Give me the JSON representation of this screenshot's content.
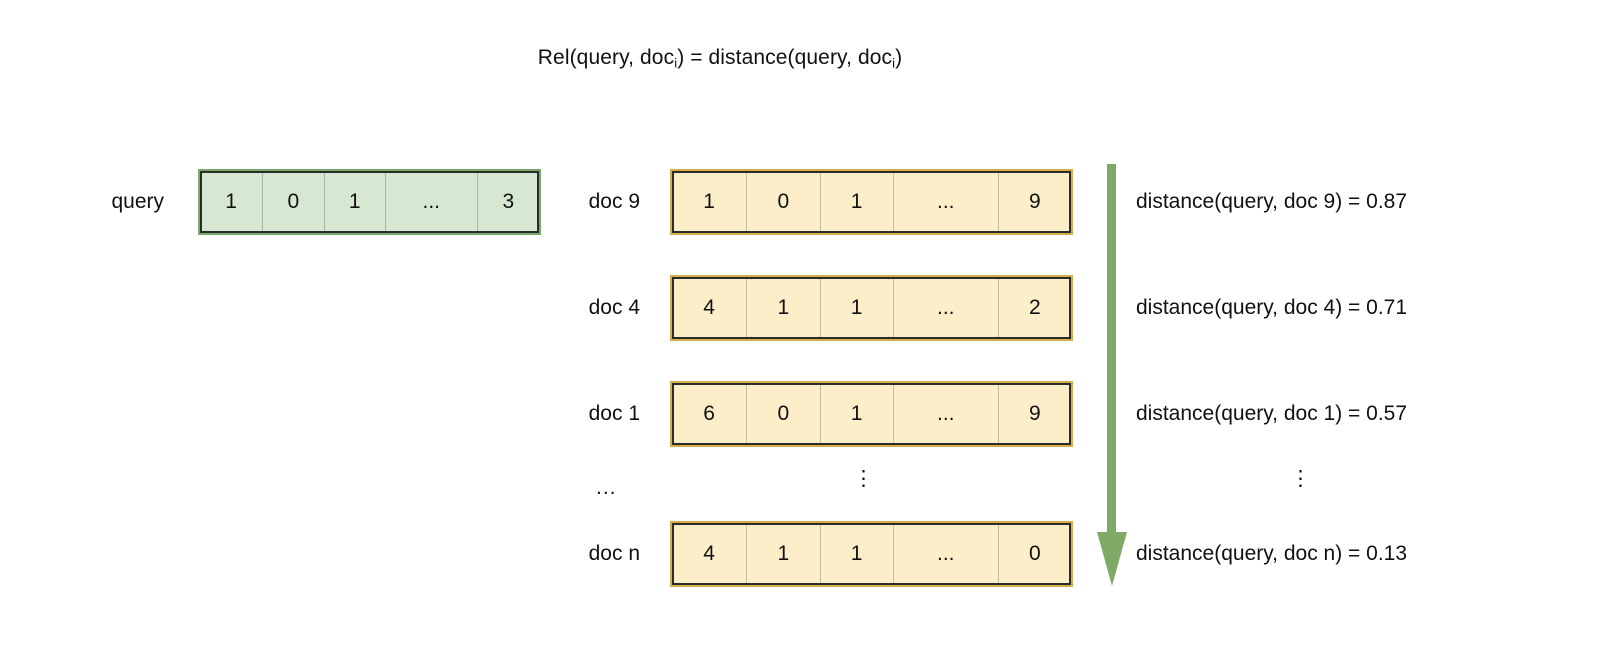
{
  "diagram": {
    "title": {
      "prefix": "Rel(query, doc",
      "sub1": "i",
      "middle": ") = distance(query, doc",
      "sub2": "i",
      "suffix": ")",
      "plain": "Rel(query, doci) = distance(query, doci)"
    },
    "query": {
      "label": "query",
      "cells": [
        "1",
        "0",
        "1",
        "...",
        "3"
      ],
      "fill_color": "#d6e8d2",
      "border_color": "#7aa86a"
    },
    "docs": [
      {
        "label": "doc 9",
        "cells": [
          "1",
          "0",
          "1",
          "...",
          "9"
        ],
        "distance_text": "distance(query, doc 9) = 0.87",
        "distance_value": 0.87
      },
      {
        "label": "doc 4",
        "cells": [
          "4",
          "1",
          "1",
          "...",
          "2"
        ],
        "distance_text": "distance(query, doc 4) = 0.71",
        "distance_value": 0.71
      },
      {
        "label": "doc 1",
        "cells": [
          "6",
          "0",
          "1",
          "...",
          "9"
        ],
        "distance_text": "distance(query, doc 1) = 0.57",
        "distance_value": 0.57
      },
      {
        "label": "doc n",
        "cells": [
          "4",
          "1",
          "1",
          "...",
          "0"
        ],
        "distance_text": "distance(query, doc n) = 0.13",
        "distance_value": 0.13
      }
    ],
    "doc_fill_color": "#fbeec8",
    "doc_border_color": "#d4ae4a",
    "continuation": {
      "label_ellipsis": "...",
      "vector_ellipsis": "⋮",
      "distance_ellipsis": "⋮"
    },
    "arrow": {
      "color": "#7eaa66",
      "direction": "down",
      "name": "ranking-order-arrow"
    }
  }
}
